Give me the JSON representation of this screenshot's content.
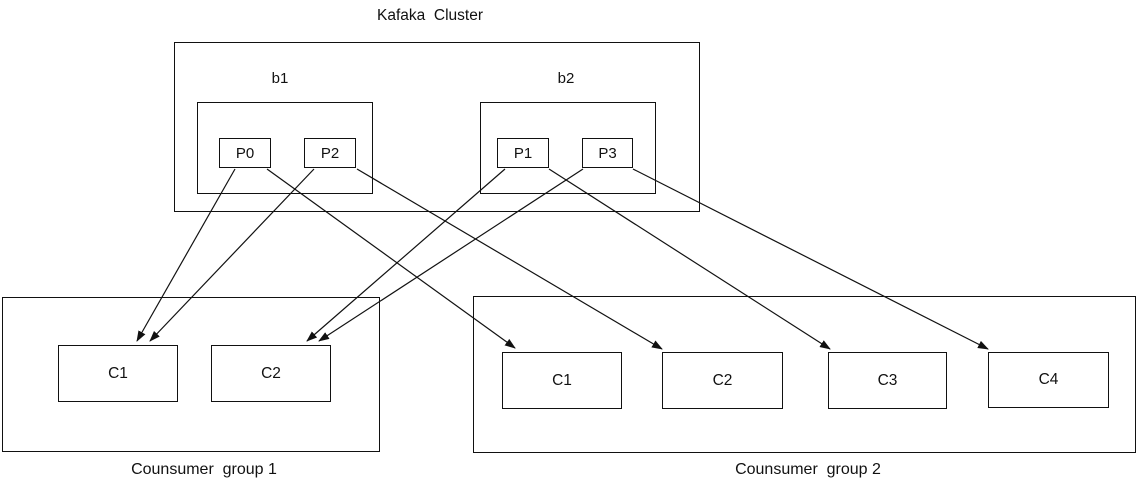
{
  "diagram": {
    "title": "Kafaka  Cluster",
    "cluster": {
      "brokers": [
        {
          "label": "b1",
          "partitions": [
            {
              "label": "P0"
            },
            {
              "label": "P2"
            }
          ]
        },
        {
          "label": "b2",
          "partitions": [
            {
              "label": "P1"
            },
            {
              "label": "P3"
            }
          ]
        }
      ]
    },
    "consumer_groups": [
      {
        "label": "Counsumer  group 1",
        "consumers": [
          "C1",
          "C2"
        ]
      },
      {
        "label": "Counsumer  group 2",
        "consumers": [
          "C1",
          "C2",
          "C3",
          "C4"
        ]
      }
    ],
    "assignments": [
      {
        "partition": "P0",
        "group": "Counsumer group 1",
        "consumer": "C1"
      },
      {
        "partition": "P2",
        "group": "Counsumer group 1",
        "consumer": "C1"
      },
      {
        "partition": "P1",
        "group": "Counsumer group 1",
        "consumer": "C2"
      },
      {
        "partition": "P3",
        "group": "Counsumer group 1",
        "consumer": "C2"
      },
      {
        "partition": "P0",
        "group": "Counsumer group 2",
        "consumer": "C1"
      },
      {
        "partition": "P2",
        "group": "Counsumer group 2",
        "consumer": "C2"
      },
      {
        "partition": "P1",
        "group": "Counsumer group 2",
        "consumer": "C3"
      },
      {
        "partition": "P3",
        "group": "Counsumer group 2",
        "consumer": "C4"
      }
    ]
  },
  "colors": {
    "line": "#111111",
    "text": "#111111",
    "background": "#ffffff"
  }
}
